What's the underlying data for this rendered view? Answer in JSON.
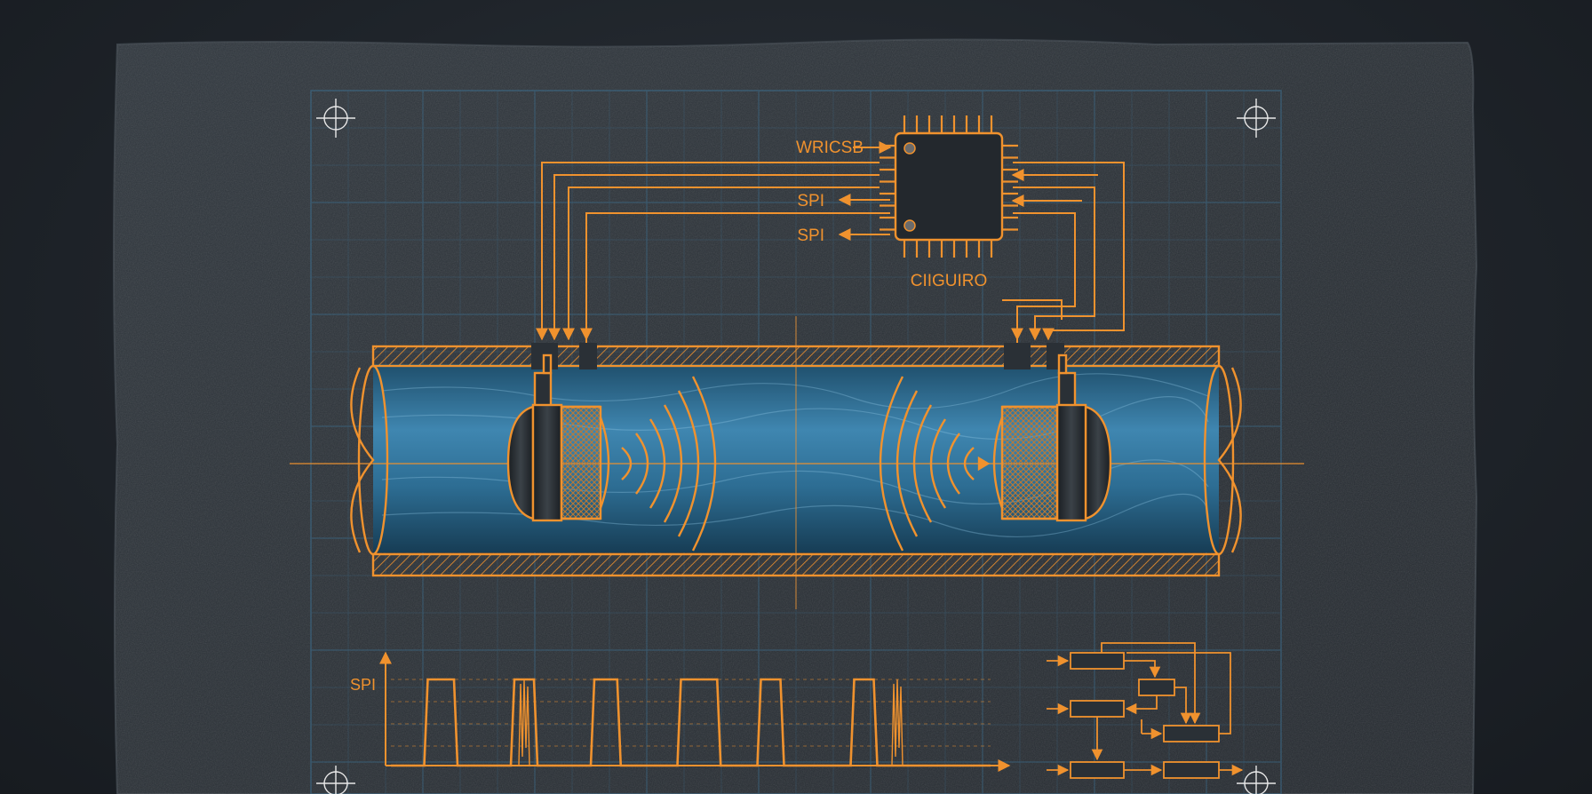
{
  "labels": {
    "chip_left_top": "WRICSB",
    "spi_1": "SPI",
    "spi_2": "SPI",
    "chip_bottom": "CIIGUIRO",
    "waveform_axis": "SPI"
  },
  "colors": {
    "accent": "#f0922e",
    "grid": "#3d6f8f",
    "slate": "#2a3036",
    "water": "#3f86b0"
  },
  "icons": [
    "crosshair-icon",
    "microcontroller-icon",
    "transducer-icon",
    "sound-wave-icon",
    "arrow-icon"
  ],
  "waveform": {
    "pulses": [
      {
        "start": 1,
        "end": 2
      },
      {
        "start": 3.6,
        "end": 4.4
      },
      {
        "start": 6,
        "end": 6.9
      },
      {
        "start": 8.6,
        "end": 9.9
      },
      {
        "start": 11,
        "end": 11.8
      },
      {
        "start": 13.8,
        "end": 14.6
      }
    ],
    "glitches": [
      {
        "at": 4.0
      },
      {
        "at": 15.2
      }
    ],
    "x_max": 18
  }
}
